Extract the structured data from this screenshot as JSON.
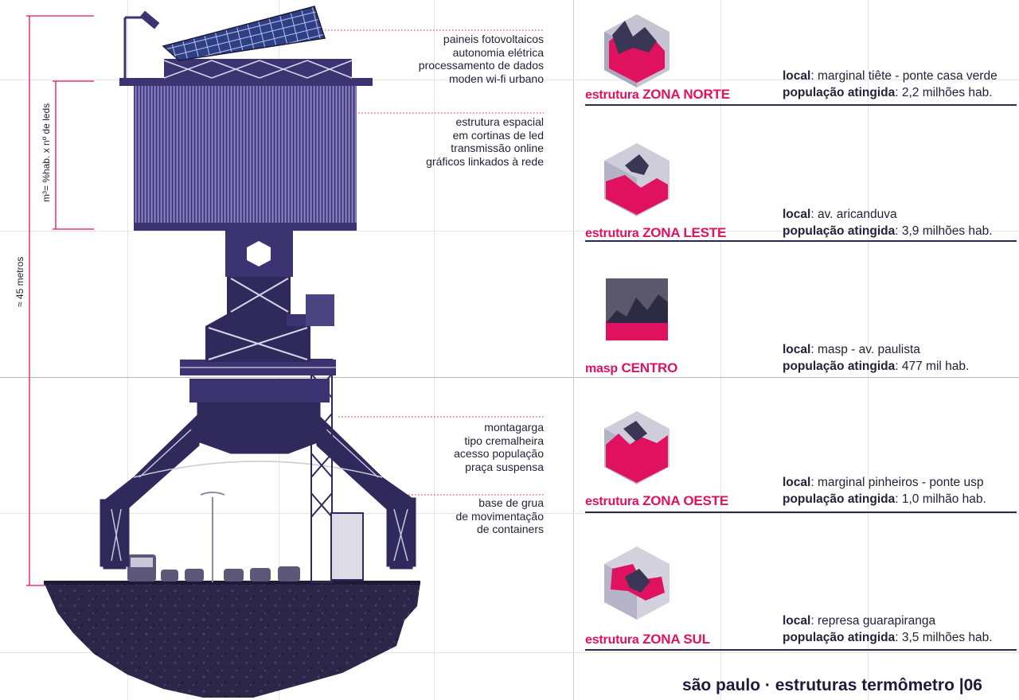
{
  "annotations": [
    {
      "lines": [
        "paineis fotovoltaicos",
        "autonomia elétrica",
        "processamento de dados",
        "moden wi-fi urbano"
      ]
    },
    {
      "lines": [
        "estrutura espacial",
        "em cortinas de led",
        "transmissão online",
        "gráficos linkados à rede"
      ]
    },
    {
      "lines": [
        "montagarga",
        "tipo cremalheira",
        "acesso população",
        "praça suspensa"
      ]
    },
    {
      "lines": [
        "base de grua",
        "de movimentação",
        "de containers"
      ]
    }
  ],
  "dimensions": {
    "height_label": "≈ 45 metros",
    "formula_label": "m³= %hab. x nº de leds"
  },
  "zones": [
    {
      "prefix": "estrutura",
      "name": "ZONA NORTE",
      "local_label": "local",
      "local": "marginal tiête - ponte casa verde",
      "pop_label": "população atingida",
      "pop": "2,2 milhões hab."
    },
    {
      "prefix": "estrutura",
      "name": "ZONA LESTE",
      "local_label": "local",
      "local": "av. aricanduva",
      "pop_label": "população atingida",
      "pop": "3,9 milhões hab."
    },
    {
      "prefix": "masp",
      "name": "CENTRO",
      "local_label": "local",
      "local": "masp - av. paulista",
      "pop_label": "população atingida",
      "pop": "477 mil hab."
    },
    {
      "prefix": "estrutura",
      "name": "ZONA OESTE",
      "local_label": "local",
      "local": "marginal pinheiros - ponte usp",
      "pop_label": "população atingida",
      "pop": "1,0 milhão hab."
    },
    {
      "prefix": "estrutura",
      "name": "ZONA SUL",
      "local_label": "local",
      "local": "represa guarapiranga",
      "pop_label": "população atingida",
      "pop": "3,5 milhões hab."
    }
  ],
  "footer": {
    "text": "são paulo · estruturas termômetro |06"
  },
  "colors": {
    "accent": "#e0115f",
    "structure": "#3b3470",
    "led": "#6f63a8",
    "ink": "#1d1b3a"
  }
}
